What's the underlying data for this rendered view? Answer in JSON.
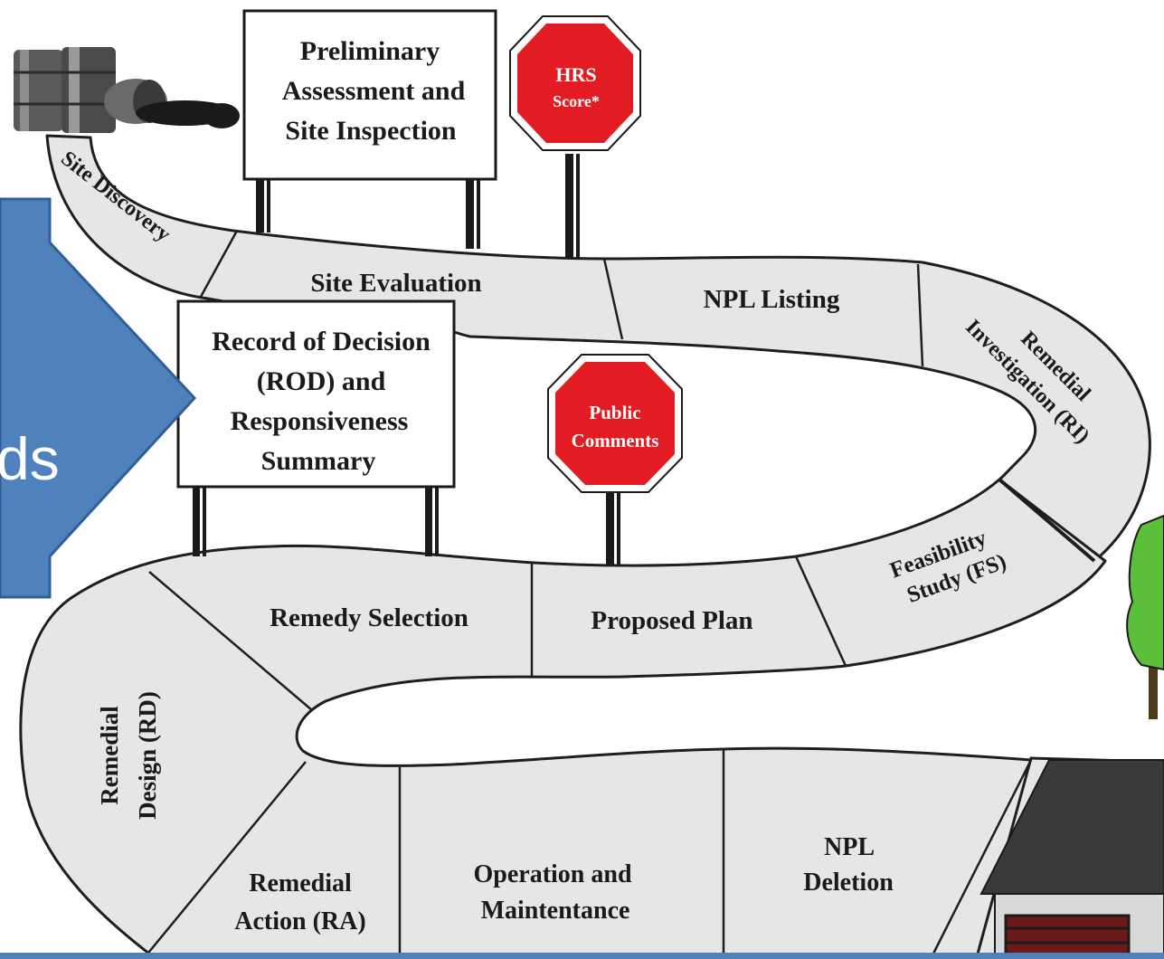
{
  "diagram": {
    "arrow_text": "ds",
    "signs": {
      "pa_si": [
        "Preliminary",
        "Assessment and",
        "Site Inspection"
      ],
      "rod": [
        "Record of Decision",
        "(ROD) and",
        "Responsiveness",
        "Summary"
      ]
    },
    "stop_signs": {
      "hrs": [
        "HRS",
        "Score*"
      ],
      "public": [
        "Public",
        "Comments"
      ]
    },
    "road_labels": {
      "site_discovery": "Site Discovery",
      "site_evaluation": "Site Evaluation",
      "npl_listing": "NPL Listing",
      "ri": [
        "Remedial",
        "Investigation (RI)"
      ],
      "fs": [
        "Feasibility",
        "Study (FS)"
      ],
      "proposed_plan": "Proposed Plan",
      "remedy_selection": "Remedy Selection",
      "rd": [
        "Remedial",
        "Design (RD)"
      ],
      "ra": [
        "Remedial",
        "Action (RA)"
      ],
      "om": [
        "Operation and",
        "Maintentance"
      ],
      "npl_deletion": [
        "NPL",
        "Deletion"
      ]
    },
    "colors": {
      "road": "#e6e6e6",
      "arrow": "#4f81bd",
      "stop": "#e31b23",
      "tree": "#5cbf3a",
      "house_roof": "#3a3a3a",
      "house_wall": "#d9d9d9",
      "bottom_bar": "#4f81bd"
    }
  }
}
